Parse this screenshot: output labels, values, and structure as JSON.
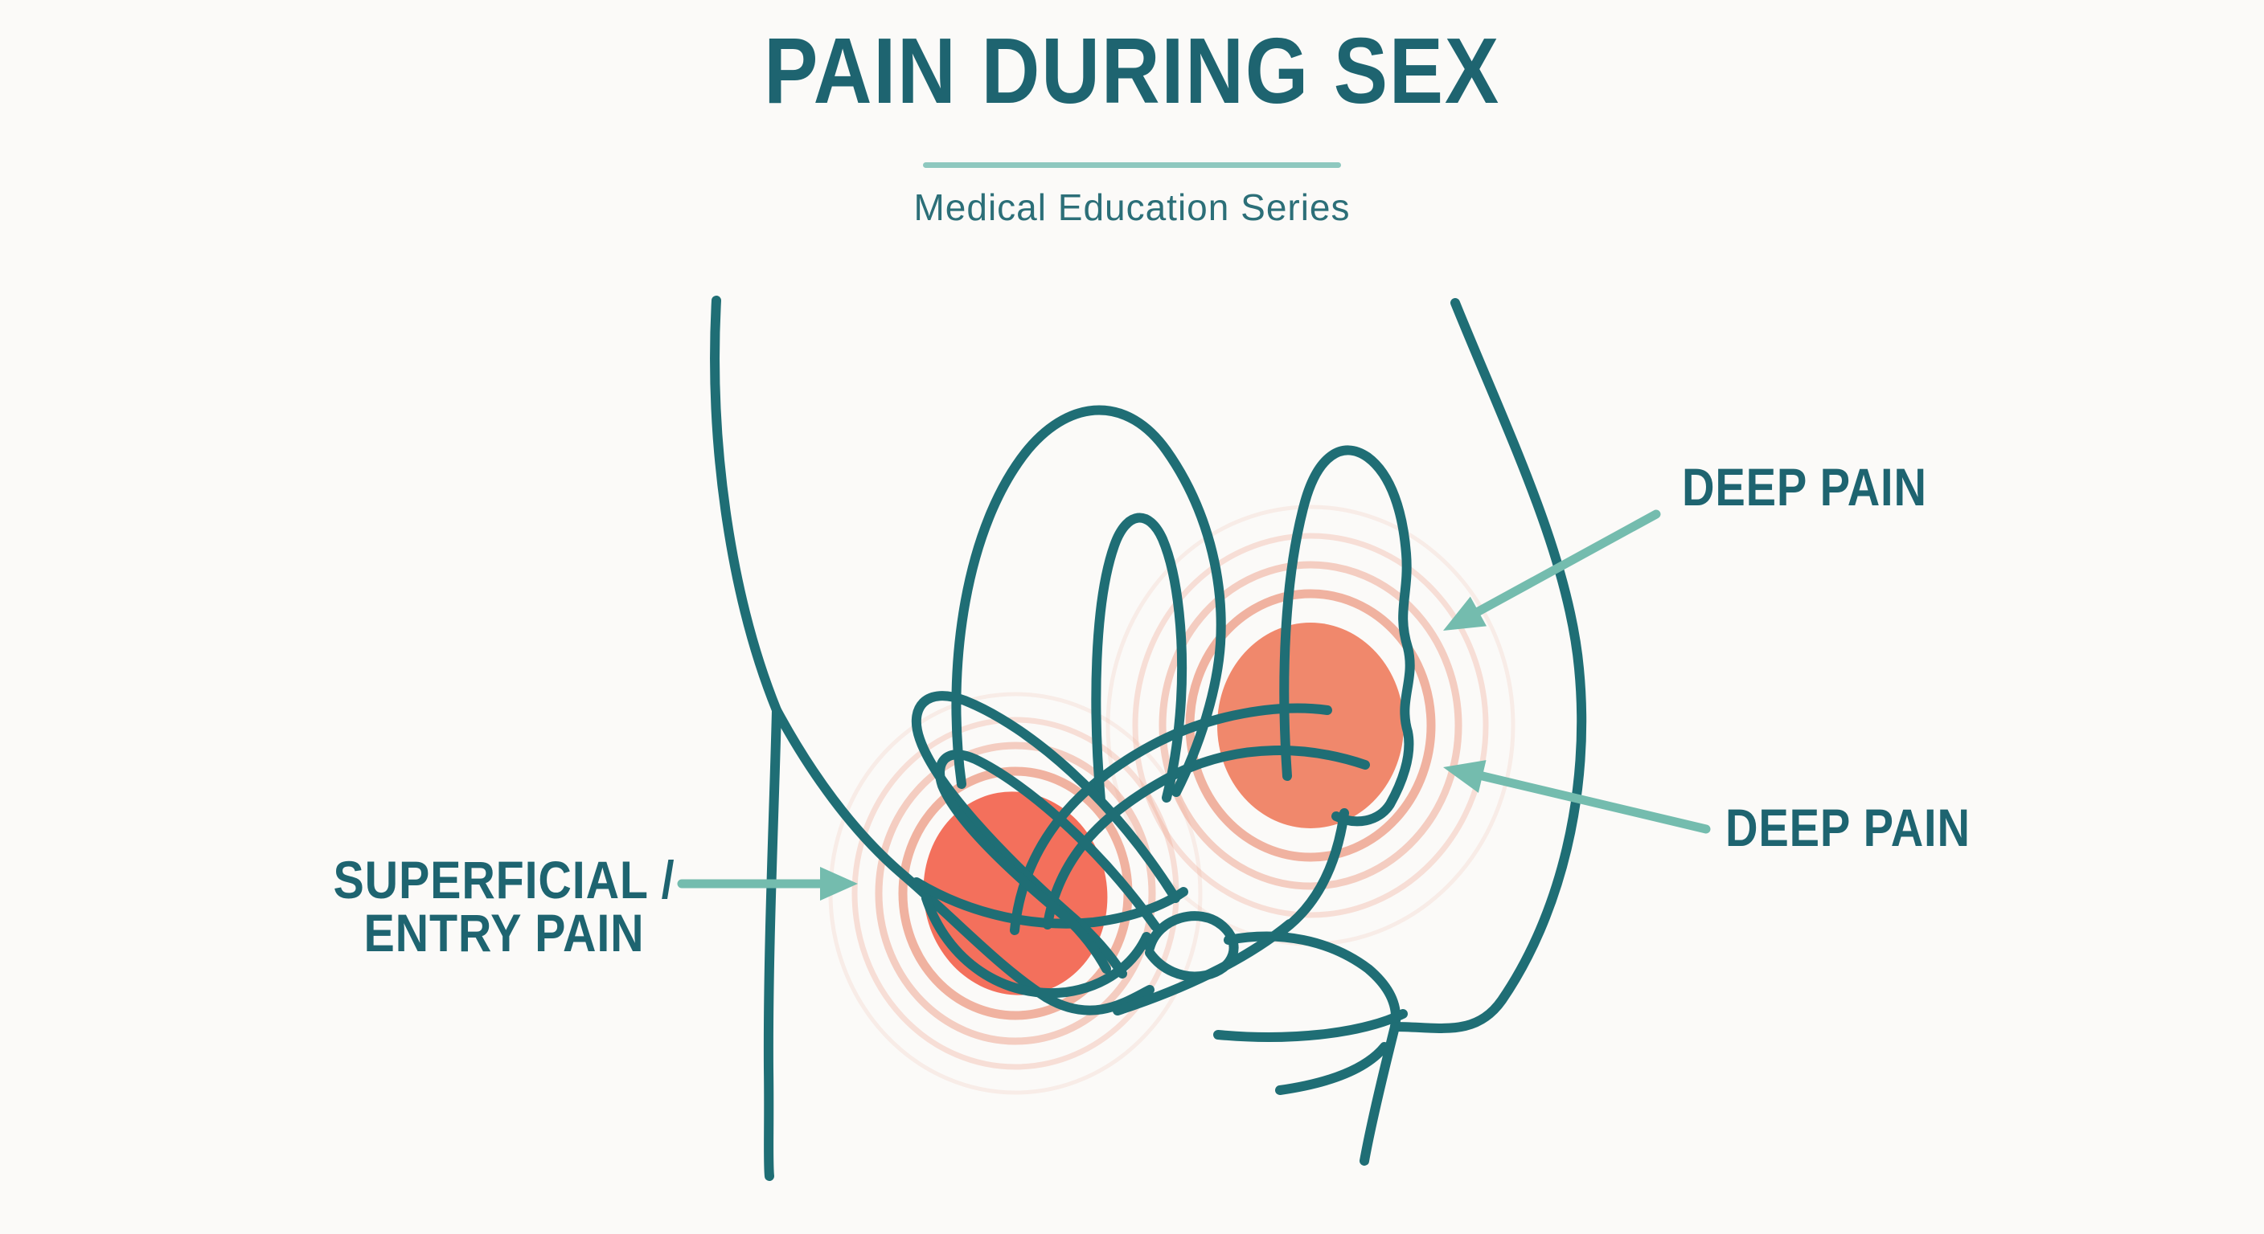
{
  "header": {
    "title": "PAIN DURING SEX",
    "subtitle": "Medical Education Series"
  },
  "labels": {
    "deep_pain_upper": "DEEP PAIN",
    "deep_pain_lower": "DEEP PAIN",
    "superficial_line1": "SUPERFICIAL /",
    "superficial_line2": "ENTRY PAIN"
  },
  "colors": {
    "background": "#fbfaf8",
    "line": "#1f6e75",
    "text": "#1e6470",
    "subtitle_text": "#2c6f78",
    "accent": "#74bcae",
    "divider": "#8ec8bf",
    "pain_core": "#f3705c",
    "pain_core_deep": "#f0886c",
    "pain_ring": "#eda089"
  }
}
